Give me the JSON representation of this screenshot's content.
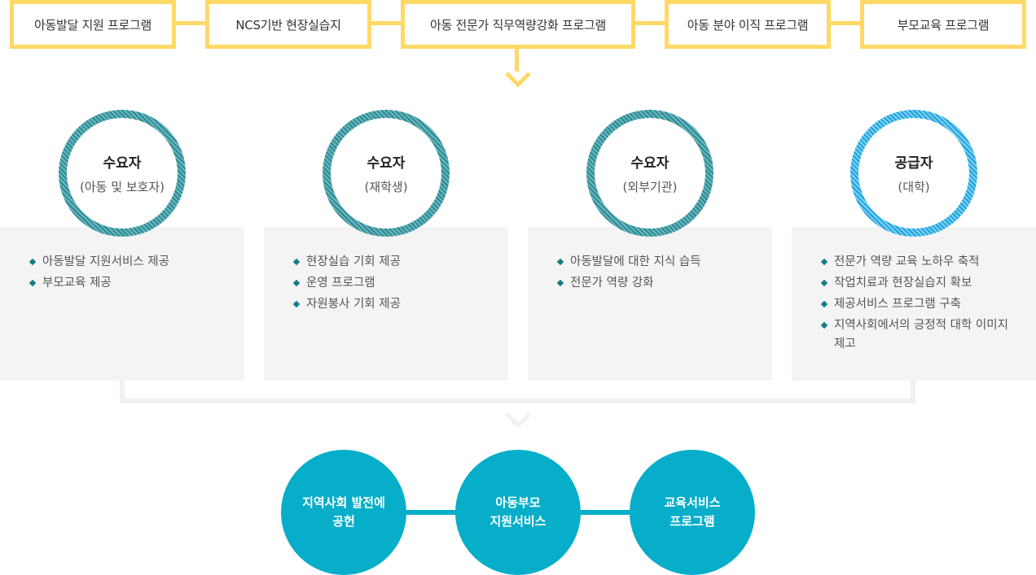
{
  "programs": [
    {
      "label": "아동발달 지원 프로그램"
    },
    {
      "label": "NCS기반 현장실습지"
    },
    {
      "label": "아동 전문가 직무역량강화 프로그램"
    },
    {
      "label": "아동 분야 이직 프로그램"
    },
    {
      "label": "부모교육 프로그램"
    }
  ],
  "stakeholders": [
    {
      "title": "수요자",
      "subtitle": "(아동 및 보호자)",
      "items": [
        "아동발달 지원서비스 제공",
        "부모교육 제공"
      ]
    },
    {
      "title": "수요자",
      "subtitle": "(재학생)",
      "items": [
        "현장실습 기회 제공",
        "운영 프로그램",
        "자원봉사 기회 제공"
      ]
    },
    {
      "title": "수요자",
      "subtitle": "(외부기관)",
      "items": [
        "아동발달에 대한 지식 습득",
        "전문가 역량 강화"
      ]
    },
    {
      "title": "공급자",
      "subtitle": "(대학)",
      "items": [
        "전문가 역량 교육 노하우 축적",
        "작업치료과 현장실습지 확보",
        "제공서비스 프로그램 구축",
        "지역사회에서의 긍정적 대학 이미지 제고"
      ]
    }
  ],
  "outcomes": [
    {
      "line1": "지역사회 발전에",
      "line2": "공헌"
    },
    {
      "line1": "아동부모",
      "line2": "지원서비스"
    },
    {
      "line1": "교육서비스",
      "line2": "프로그램"
    }
  ],
  "colors": {
    "program_border": "#ffd966",
    "demand_ring": "#2d8a93",
    "supply_ring": "#1ea3dc",
    "outcome": "#07aec9",
    "bullet": "#127f88"
  }
}
